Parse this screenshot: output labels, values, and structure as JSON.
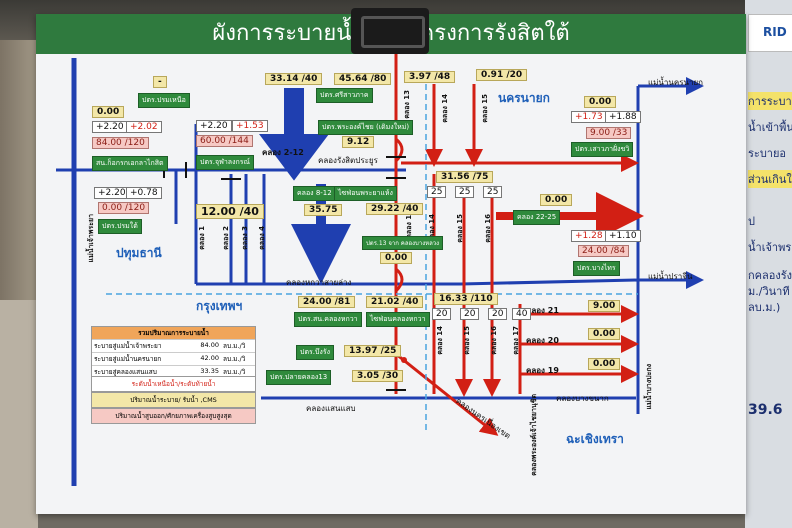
{
  "title": "ผังการระบายน้ำพื้นที่โครงการรังสิตใต้",
  "places": {
    "nakhon_nayok": "นครนายก",
    "pathum_thani": "ปทุมธานี",
    "krung_thep": "กรุงเทพฯ",
    "chachoengsao": "ฉะเชิงเทรา"
  },
  "rivers": {
    "chao_phraya": "แม่น้ำเจ้าพระยา",
    "nakhon_nayok_river": "แม่น้ำนครนายก",
    "prachin_river": "แม่น้ำปราจีน",
    "bang_pakong": "แม่น้ำบางปะกง"
  },
  "canals": {
    "khlong_2_12": "คลอง 2-12",
    "rangsit": "คลองรังสิตประยูร",
    "k8_12": "คลอง 8-12",
    "hok_wa_lang": "คลองหกวาสายล่าง",
    "k1": "คลอง 1",
    "k2": "คลอง 2",
    "k3": "คลอง 3",
    "k4": "คลอง 4",
    "k13": "คลอง 13",
    "k14": "คลอง 14",
    "k15": "คลอง 15",
    "k16": "คลอง 16",
    "k17": "คลอง 17",
    "k22_25": "คลอง 22-25",
    "k21": "คลอง 21",
    "k20": "คลอง 20",
    "k19": "คลอง 19",
    "saen_saep": "คลองแสนแสบ",
    "bang_khanak": "คลองบางขนาก",
    "nakhon_nueang_khet": "คลองนครเนื่องเขต",
    "phra_ong_chao": "คลองพระองค์เจ้าไชยานุชิต"
  },
  "stations": {
    "pram_nuea": "ปตร.ปรมเหนือ",
    "si_sao": "ปตร.ศรีสาวภาค",
    "phra_ong_chao_saeng": "ปตร.พระองค์ไชย (เดิมงใหม่)",
    "chulalongkorn": "สน.ก็อกรกเอกลาไกสิต",
    "chulapho": "ปตร.จุฬาลงกรณ์",
    "pram_tai": "ปตร.ปรมใต้",
    "thai_pho_phraya": "ไซฟ่อนพระยาแห้ง",
    "sai_khun": "ปตร.เสาวภาฝั่งขวิ",
    "bang_sai": "ปตร.บางไทร",
    "p_khlong13": "ปตร.13 จาก คลองบางหลวง",
    "sn_khlong_hok": "ปตร.สน.คลองหกวา",
    "thai_khlong_hok": "ไซฟ่อนคลองหกวา",
    "bueng_rang": "ปตร.บึงรัง",
    "plai_khlong13": "ปตร.ปลายคลอง13"
  },
  "values": {
    "v_dash": "-",
    "v_33_14": "33.14 /40",
    "v_45_64": "45.64 /80",
    "v_3_97": "3.97 /48",
    "v_0_91": "0.91 /20",
    "v_0_00_a": "0.00",
    "v_2_20_a": "+2.20",
    "v_2_02": "+2.02",
    "v_84_120": "84.00 /120",
    "v_2_20_b": "+2.20",
    "v_1_53": "+1.53",
    "v_60_144": "60.00 /144",
    "v_9_12": "9.12",
    "v_0_00_b": "0.00",
    "v_1_73": "+1.73",
    "v_1_88": "+1.88",
    "v_9_33": "9.00 /33",
    "v_2_20_c": "+2.20",
    "v_0_78": "+0.78",
    "v_0_120": "0.00 /120",
    "v_12_40": "12.00 /40",
    "v_35_75": "35.75",
    "v_31_56": "31.56 /75",
    "v_29_22": "29.22 /40",
    "v_25_a": "25",
    "v_25_b": "25",
    "v_25_c": "25",
    "v_0_00_c": "0.00",
    "v_1_28": "+1.28",
    "v_1_10": "+1.10",
    "v_24_84": "24.00 /84",
    "v_0_00_d": "0.00",
    "v_24_81": "24.00 /81",
    "v_21_02": "21.02 /40",
    "v_16_33": "16.33 /110",
    "v_20_a": "20",
    "v_20_b": "20",
    "v_20_c": "20",
    "v_40": "40",
    "v_9_00": "9.00",
    "v_0_00_e": "0.00",
    "v_13_97": "13.97 /25",
    "v_3_05": "3.05 /30",
    "v_0_00_f": "0.00"
  },
  "summary": {
    "header": "รวมปริมาณการระบายน้ำ",
    "rows": [
      {
        "label": "ระบายสู่แม่น้ำเจ้าพระยา",
        "value": "84.00",
        "unit": "ลบ.ม./วิ"
      },
      {
        "label": "ระบายสู่แม่น้ำนครนายก",
        "value": "42.00",
        "unit": "ลบ.ม./วิ"
      },
      {
        "label": "ระบายสู่คลองแสนแสบ",
        "value": "33.35",
        "unit": "ลบ.ม./วิ"
      }
    ]
  },
  "legend": {
    "levels": "ระดับน้ำเหนือน้ำ/ระดับท้ายน้ำ",
    "flow": "ปริมาณน้ำระบาย/ รับน้ำ ,CMS",
    "pump": "ปริมาณน้ำสูบออก/ศักยภาพเครื่องสูบสูงสุด"
  },
  "side": {
    "rid": "RID",
    "l1": "การระบา",
    "l2": "น้ำเข้าพื้นที่",
    "l3": "ระบายอ",
    "l4": "ส่วนเกินใน",
    "l5": "ป",
    "l6": "น้ำเจ้าพระ",
    "l7": "กคลองรังสิ",
    "l8": "ม./วินาที",
    "l9": "ลบ.ม.)",
    "l10": "39.6"
  },
  "colors": {
    "blue": "#1f3fb0",
    "red": "#d21f14",
    "green": "#2f8a3c",
    "yellow": "#f3e7a8",
    "pink": "#f6c9c4",
    "title": "#2f7a3e"
  }
}
